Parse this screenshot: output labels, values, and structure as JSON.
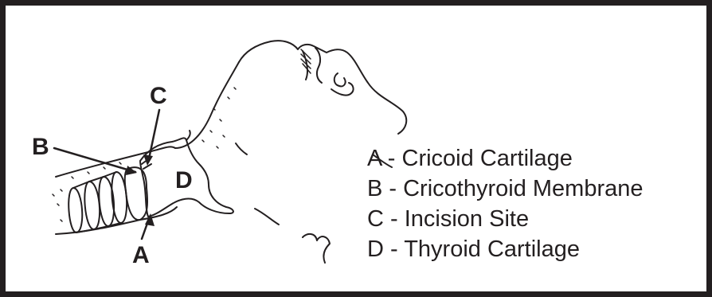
{
  "callouts": {
    "a": "A",
    "b": "B",
    "c": "C",
    "d": "D"
  },
  "legend": [
    "A - Cricoid Cartilage",
    "B - Cricothyroid Membrane",
    "C - Incision Site",
    "D - Thyroid Cartilage"
  ],
  "colors": {
    "ink": "#231f20",
    "background": "#ffffff"
  }
}
